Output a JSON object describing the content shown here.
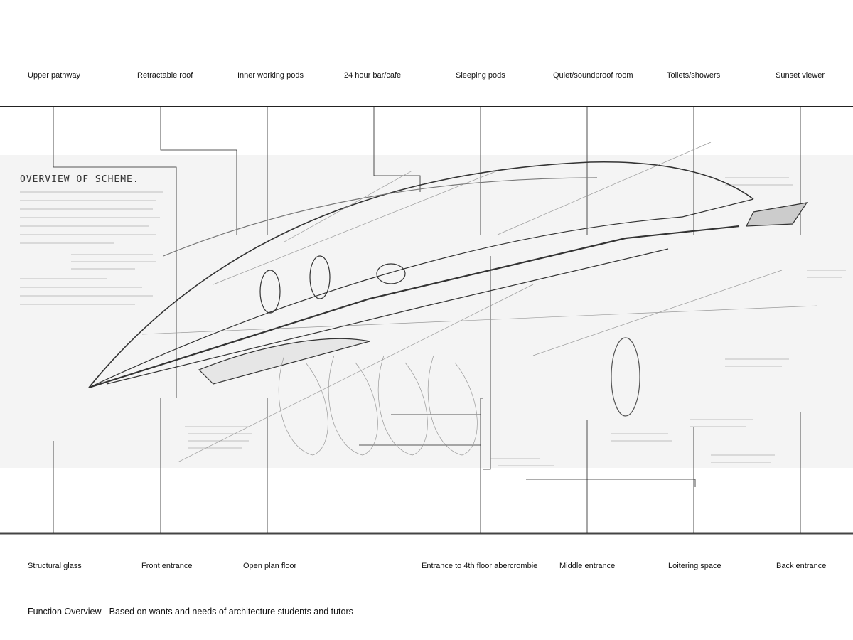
{
  "top_labels": [
    "Upper pathway",
    "Retractable roof",
    "Inner working pods",
    "24 hour bar/cafe",
    "Sleeping pods",
    "Quiet/soundproof room",
    "Toilets/showers",
    "Sunset viewer"
  ],
  "bottom_labels": [
    "Structural glass",
    "Front entrance",
    "Open plan floor",
    "Entrance to 4th floor abercrombie",
    "Middle entrance",
    "Loitering space",
    "Back entrance"
  ],
  "sketch": {
    "heading": "OVERVIEW OF SCHEME."
  },
  "caption": "Function Overview - Based on wants and needs of architecture students and tutors"
}
